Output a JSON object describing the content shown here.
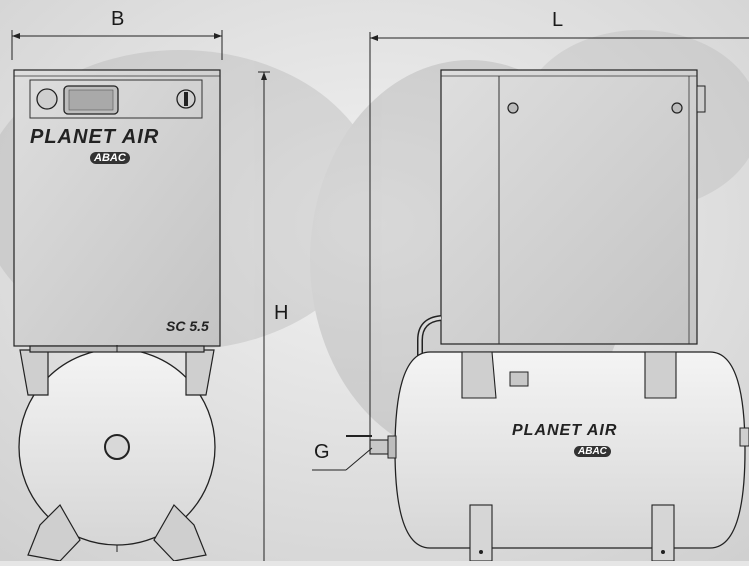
{
  "dimensions": {
    "width_label": "B",
    "length_label": "L",
    "height_label": "H",
    "connection_label": "G"
  },
  "branding": {
    "logo_text": "PLANET AIR",
    "sub_logo_text": "ABAC",
    "model_text": "SC 5.5"
  },
  "colors": {
    "background": "#e6e6e6",
    "cabinet": "#d2d2d2",
    "tank": "#e9e9e9",
    "line": "#222222"
  }
}
